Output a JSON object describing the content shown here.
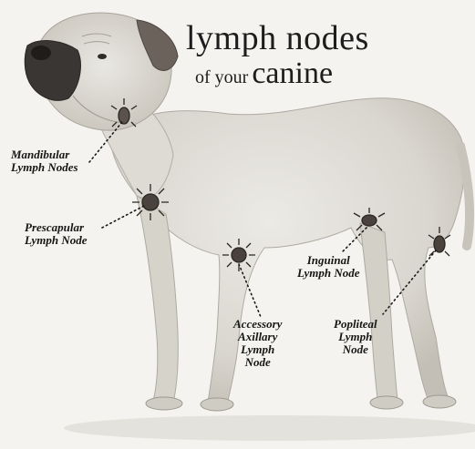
{
  "title": {
    "line1": "lymph nodes",
    "line2_prefix": "of your",
    "line2_main": "canine"
  },
  "labels": {
    "mandibular": [
      "Mandibular",
      "Lymph Nodes"
    ],
    "prescapular": [
      "Prescapular",
      "Lymph Node"
    ],
    "inguinal": [
      "Inguinal",
      "Lymph Node"
    ],
    "accessory_axillary": [
      "Accessory",
      "Axillary",
      "Lymph",
      "Node"
    ],
    "popliteal": [
      "Popliteal",
      "Lymph",
      "Node"
    ]
  },
  "colors": {
    "background": "#f4f3ef",
    "ink": "#1d1d1d",
    "dog_body": "#dcdad3",
    "dog_shadow": "#b9b6ad",
    "muzzle": "#3a3633"
  }
}
